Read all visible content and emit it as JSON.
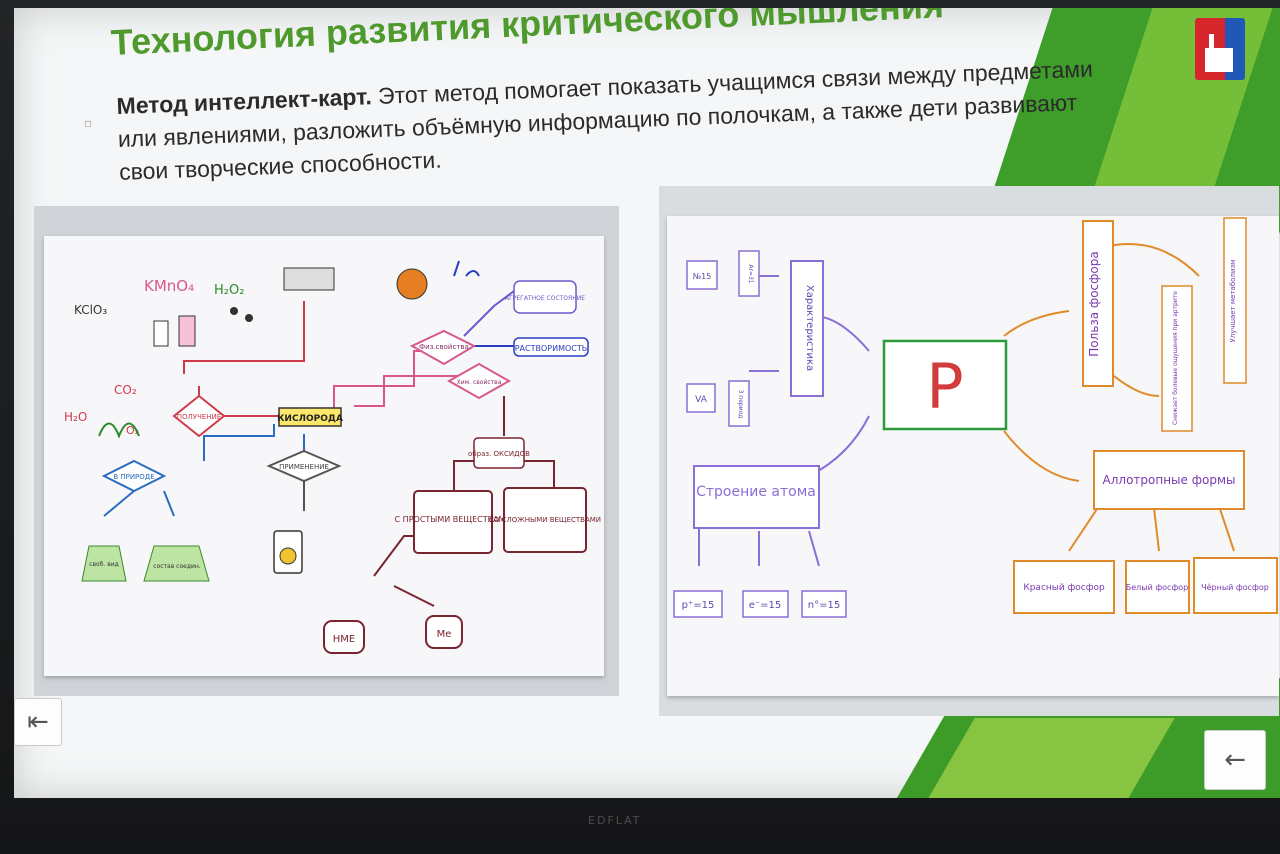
{
  "slide": {
    "title": "Технология развития критического мышления",
    "bullet_bold": "Метод интеллект-карт.",
    "bullet_text": " Этот метод помогает показать учащимся связи между предметами или явлениями, разложить объёмную информацию по полочкам, а также дети развивают свои творческие способности.",
    "colors": {
      "accent_green": "#4f9a2c",
      "dark_green": "#3f9d2a",
      "light_green": "#7bc23a"
    }
  },
  "left_map": {
    "nodes": {
      "kisloroda": "КИСЛОРОДА",
      "poluchenie": "ПОЛУЧЕНИЕ",
      "v_prirode": "В ПРИРОДЕ",
      "primenenie": "ПРИМЕНЕНИЕ",
      "fiz_svoistva": "Физ.свойства",
      "him_svoistva": "Хим. свойства",
      "agregatnoe": "АГРЕГАТНОЕ СОСТОЯНИЕ",
      "rastvorimost": "РАСТВОРИМОСТЬ",
      "obraz_oksidov": "образ. ОКСИДОВ",
      "s_prostymi": "С ПРОСТЫМИ ВЕЩЕСТВАМИ",
      "so_slozhnymi": "СО СЛОЖНЫМИ ВЕЩЕСТВАМИ",
      "nme": "НМЕ",
      "me": "Ме",
      "svob_vid": "своб. вид",
      "sostav_soedin": "состав соедин.",
      "kclo3": "KClO₃",
      "kmno4": "KMnO₄",
      "h2o2": "H₂O₂",
      "co2": "CO₂",
      "h2o": "H₂O",
      "o2": "O₂"
    }
  },
  "right_map": {
    "nodes": {
      "center": "Р",
      "stroenie": "Строение атома",
      "p_count": "p⁺=15",
      "e_count": "e⁻=15",
      "n_count": "n°=15",
      "harakteristika": "Характеристика",
      "group": "VA",
      "period": "3 период",
      "number": "№15",
      "mass": "Ar=31",
      "polza": "Польза фосфора",
      "snizhaet": "Снижает болевые ощущения при артрите",
      "uluchshaet": "Улучшает метаболизм",
      "allotropnye": "Аллотропные формы",
      "krasny": "Красный фосфор",
      "bely": "Белый фосфор",
      "cherny": "Чёрный фосфор"
    }
  },
  "nav": {
    "back_icon": "←",
    "exit_icon": "⇤"
  },
  "device": {
    "brand": "EDFLAT"
  }
}
